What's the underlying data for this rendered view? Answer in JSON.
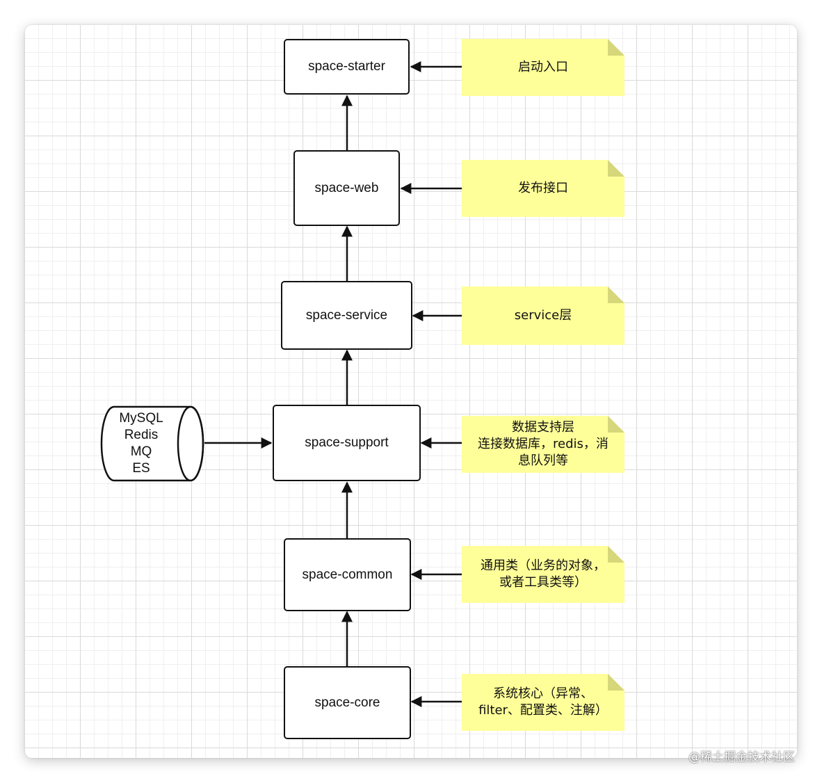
{
  "modules": [
    {
      "id": "starter",
      "label": "space-starter"
    },
    {
      "id": "web",
      "label": "space-web"
    },
    {
      "id": "service",
      "label": "space-service"
    },
    {
      "id": "support",
      "label": "space-support"
    },
    {
      "id": "common",
      "label": "space-common"
    },
    {
      "id": "core",
      "label": "space-core"
    }
  ],
  "notes": [
    {
      "target": "starter",
      "text": "启动入口"
    },
    {
      "target": "web",
      "text": "发布接口"
    },
    {
      "target": "service",
      "text": "service层"
    },
    {
      "target": "support",
      "text": "数据支持层\n连接数据库，redis，消\n息队列等"
    },
    {
      "target": "common",
      "text": "通用类（业务的对象，\n或者工具类等）"
    },
    {
      "target": "core",
      "text": "系统核心（异常、\nfilter、配置类、注解）"
    }
  ],
  "datastore": {
    "lines": "MySQL\nRedis\nMQ\nES"
  },
  "watermark": "@稀土掘金技术社区",
  "colors": {
    "note_fill": "#ffff99",
    "note_fold": "#d6d67a",
    "stroke": "#111111"
  }
}
